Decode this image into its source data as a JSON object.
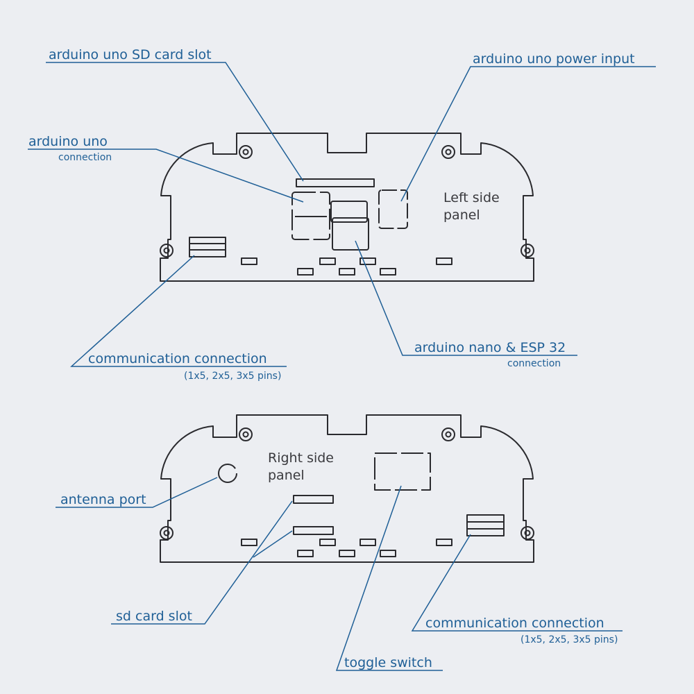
{
  "colors": {
    "background": "#eceef2",
    "outline": "#2a2a2e",
    "callout": "#1f5f96",
    "panel_text": "#3a3a3e"
  },
  "left_panel": {
    "title_line1": "Left side",
    "title_line2": "panel",
    "labels": {
      "sd_card_slot": "arduino uno SD card slot",
      "power_input": "arduino uno power input",
      "uno_connection": "arduino uno",
      "uno_connection_sub": "connection",
      "comm_connection": "communication connection",
      "comm_connection_sub": "(1x5, 2x5, 3x5 pins)",
      "nano_esp_connection": "arduino nano & ESP 32",
      "nano_esp_connection_sub": "connection"
    }
  },
  "right_panel": {
    "title_line1": "Right side",
    "title_line2": "panel",
    "labels": {
      "antenna_port": "antenna port",
      "sd_card_slot": "sd card slot",
      "comm_connection": "communication connection",
      "comm_connection_sub": "(1x5, 2x5, 3x5 pins)",
      "toggle_switch": "toggle switch"
    }
  }
}
